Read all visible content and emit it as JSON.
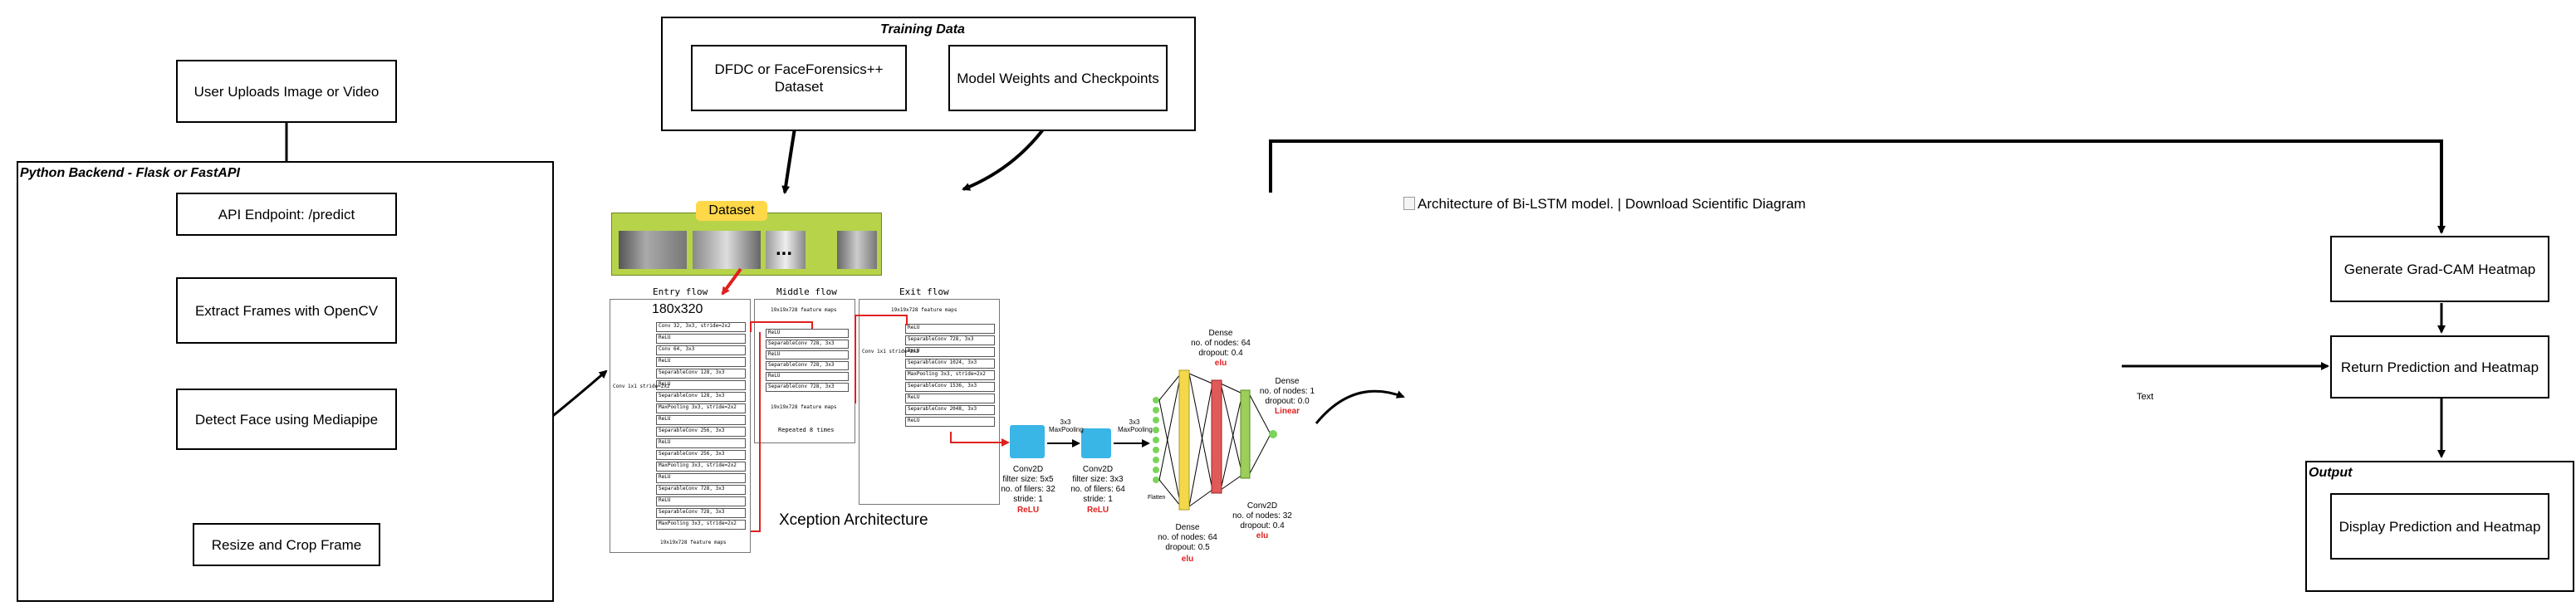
{
  "flow": {
    "user_uploads": "User Uploads Image or Video",
    "backend_title": "Python Backend - Flask or FastAPI",
    "api_endpoint": "API Endpoint: /predict",
    "extract_frames": "Extract Frames with OpenCV",
    "detect_face": "Detect Face using Mediapipe",
    "resize_crop": "Resize and Crop Frame",
    "training_title": "Training Data",
    "dataset_box": "DFDC or FaceForensics++ Dataset",
    "weights_box": "Model Weights and Checkpoints",
    "gradcam": "Generate Grad-CAM Heatmap",
    "return_pred": "Return Prediction and Heatmap",
    "output_title": "Output",
    "display_pred": "Display Prediction and Heatmap",
    "text_label": "Text",
    "bilstm_alt": "Architecture of Bi-LSTM model. | Download Scientific Diagram"
  },
  "xception": {
    "dataset_tag": "Dataset",
    "ellipsis": "...",
    "input_size": "180x320",
    "entry_flow": "Entry flow",
    "middle_flow": "Middle flow",
    "exit_flow": "Exit flow",
    "caption": "Xception Architecture",
    "entry_rows": [
      "Conv 32, 3x3, stride=2x2",
      "ReLU",
      "Conv 64, 3x3",
      "ReLU",
      "SeparableConv 128, 3x3",
      "ReLU",
      "SeparableConv 128, 3x3",
      "MaxPooling 3x3, stride=2x2",
      "ReLU",
      "SeparableConv 256, 3x3",
      "ReLU",
      "SeparableConv 256, 3x3",
      "MaxPooling 3x3, stride=2x2",
      "ReLU",
      "SeparableConv 728, 3x3",
      "ReLU",
      "SeparableConv 728, 3x3",
      "MaxPooling 3x3, stride=2x2"
    ],
    "entry_skip": "Conv 1x1 stride=2x2",
    "entry_footer": "19x19x728 feature maps",
    "middle_header": "19x19x728 feature maps",
    "middle_rows": [
      "ReLU",
      "SeparableConv 728, 3x3",
      "ReLU",
      "SeparableConv 728, 3x3",
      "ReLU",
      "SeparableConv 728, 3x3"
    ],
    "middle_footer": "19x19x728 feature maps",
    "middle_repeat": "Repeated 8 times",
    "exit_header": "19x19x728 feature maps",
    "exit_rows": [
      "ReLU",
      "SeparableConv 728, 3x3",
      "ReLU",
      "SeparableConv 1024, 3x3",
      "MaxPooling 3x3, stride=2x2",
      "SeparableConv 1536, 3x3",
      "ReLU",
      "SeparableConv 2048, 3x3",
      "ReLU"
    ],
    "exit_skip": "Conv 1x1 stride=2x2"
  },
  "cnn": {
    "pool_label": "3x3 MaxPooling",
    "conv1": [
      "Conv2D",
      "filter size: 5x5",
      "no. of filers: 32",
      "stride: 1"
    ],
    "conv1_act": "ReLU",
    "conv2": [
      "Conv2D",
      "filter size: 3x3",
      "no. of filers: 64",
      "stride: 1"
    ],
    "conv2_act": "ReLU",
    "flatten": "Flatten",
    "dense_a": [
      "Dense",
      "no. of nodes: 64",
      "dropout: 0.5"
    ],
    "dense_a_act": "elu",
    "dense_b": [
      "Dense",
      "no. of nodes: 64",
      "dropout: 0.4"
    ],
    "dense_b_act": "elu",
    "dense_c": [
      "Conv2D",
      "no. of nodes: 32",
      "dropout: 0.4"
    ],
    "dense_c_act": "elu",
    "dense_out": [
      "Dense",
      "no. of nodes: 1",
      "dropout: 0.0"
    ],
    "dense_out_act": "Linear"
  },
  "colors": {
    "dataset_bg": "#b6d34a",
    "dataset_tag": "#ffd84a",
    "conv_block": "#39b6e6",
    "layer_yellow": "#f3d94a",
    "layer_red": "#e05a5a",
    "layer_green": "#9bcf5a",
    "node_green": "#7bd45a",
    "arrow_red": "#e02020"
  }
}
